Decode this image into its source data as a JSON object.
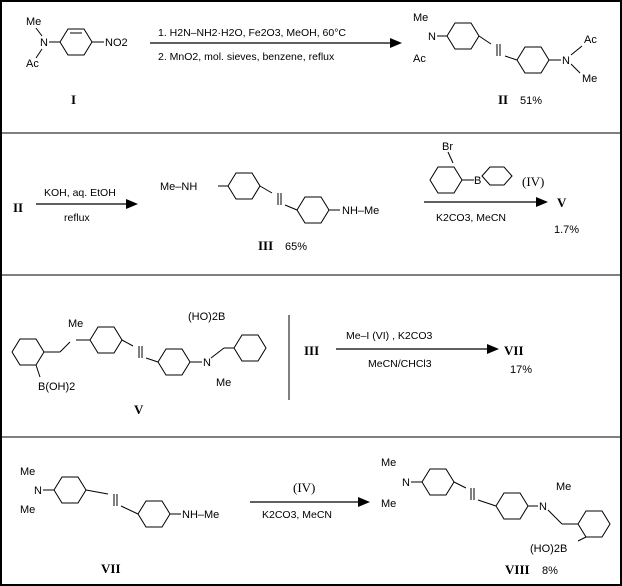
{
  "rows": [
    {
      "id": "row1",
      "start_label": "I",
      "start_groups": {
        "n_top": "Me",
        "n_left": "N",
        "n_bottom": "Ac",
        "nitro": "NO2"
      },
      "conditions_above": [
        "1. H2N–NH2·H2O, Fe2O3,  MeOH,  60°C"
      ],
      "conditions_below": [
        "2. MnO2, mol. sieves, benzene,  reflux"
      ],
      "product_label": "II",
      "product_yield": "51%",
      "product_groups": {
        "me_left": "Me",
        "ac_left": "Ac",
        "n": "N",
        "ac_right": "Ac",
        "me_right": "Me"
      }
    },
    {
      "id": "row2",
      "start_label": "II",
      "conditions_above": [
        "KOH,  aq. EtOH"
      ],
      "conditions_below": [
        "reflux"
      ],
      "product_label": "III",
      "product_yield": "65%",
      "product_groups": {
        "left": "Me–NH",
        "right": "NH–Me"
      },
      "reagent_label": "(IV)",
      "reagent_groups": {
        "br": "Br",
        "b": "B"
      },
      "conditions2_below": [
        "K2CO3,   MeCN"
      ],
      "product2_label": "V",
      "product2_yield": "1.7%"
    },
    {
      "id": "row3",
      "struct_label": "V",
      "struct_groups": {
        "b_left": "B(OH)2",
        "b_right": "(HO)2B",
        "n": "N",
        "me": "Me"
      },
      "start_label": "III",
      "conditions_above": [
        "Me–I  (VI)  , K2CO3"
      ],
      "conditions_below": [
        "MeCN/CHCl3"
      ],
      "product_label": "VII",
      "product_yield": "17%"
    },
    {
      "id": "row4",
      "start_label": "VII",
      "start_groups": {
        "me_top": "Me",
        "n": "N",
        "me_bottom": "Me",
        "right": "NH–Me"
      },
      "conditions_above": [
        "(IV)"
      ],
      "conditions_below": [
        "K2CO3,   MeCN"
      ],
      "product_label": "VIII",
      "product_yield": "8%",
      "product_groups": {
        "me_top": "Me",
        "n": "N",
        "me_bottom": "Me",
        "me_right": "Me",
        "b": "(HO)2B"
      }
    }
  ],
  "colors": {
    "ink": "#000000",
    "background": "#ffffff"
  }
}
